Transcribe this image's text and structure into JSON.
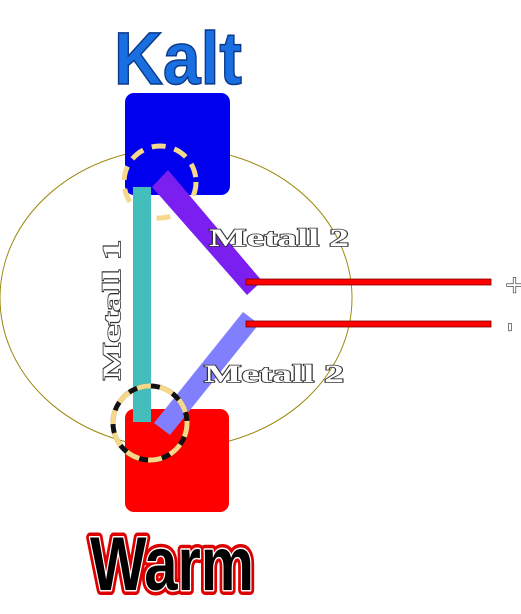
{
  "top_label": "Kalt",
  "bottom_label": "Warm",
  "metal1_label": "Metall 1",
  "metal2_upper_label": "Metall 2",
  "metal2_lower_label": "Metall 2",
  "plus_sign": "+",
  "minus_sign": "-",
  "colors": {
    "cold_block": "#0000ee",
    "warm_block": "#ff0000",
    "kalt_text": "#1a6fe0",
    "metal1": "#44bdbd",
    "metal2_upper": "#7a1ff0",
    "metal2_lower": "#8080ff",
    "wire": "#ff0000",
    "junction_ring": "#f5d88a",
    "big_ellipse": "#9c8a10"
  }
}
